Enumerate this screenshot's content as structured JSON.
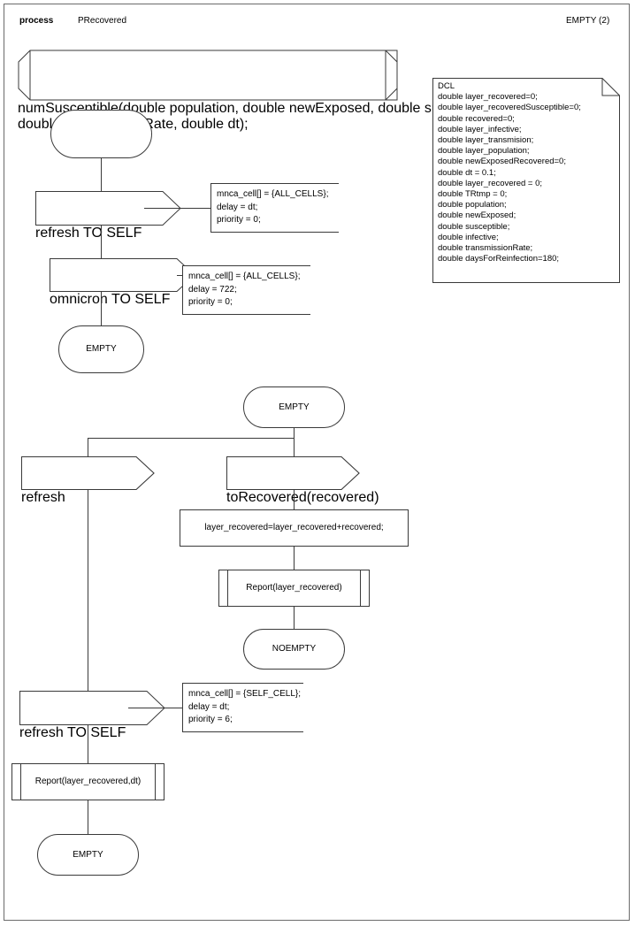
{
  "header": {
    "keyword": "process",
    "name": "PRecovered",
    "top_right": "EMPTY (2)"
  },
  "procedure_header": {
    "text": "numSusceptible(double population, double newExposed, double susceptible,\ndouble infective, double transmissionRate, double dt);"
  },
  "declaration": {
    "title": "DCL",
    "lines": [
      "double layer_recovered=0;",
      "double layer_recoveredSusceptible=0;",
      "double recovered=0;",
      "double layer_infective;",
      "double layer_transmision;",
      "double layer_population;",
      "double newExposedRecovered=0;",
      "double dt = 0.1;",
      "double layer_recovered = 0;",
      "double TRtmp = 0;",
      "double population;",
      "double newExposed;",
      "double susceptible;",
      "double infective;",
      "double transmissionRate;",
      "double daysForReinfection=180;"
    ],
    "text": "DCL\ndouble layer_recovered=0;\ndouble layer_recoveredSusceptible=0;\ndouble recovered=0;\ndouble layer_infective;\ndouble layer_transmision;\ndouble layer_population;\ndouble newExposedRecovered=0;\ndouble dt = 0.1;\ndouble layer_recovered = 0;\ndouble TRtmp = 0;\ndouble population;\ndouble newExposed;\ndouble susceptible;\ndouble infective;\ndouble transmissionRate;\ndouble daysForReinfection=180;"
  },
  "branch_a": {
    "start_state": "",
    "output_1": "refresh TO SELF",
    "comment_1": "mnca_cell[] = {ALL_CELLS};\ndelay = dt;\npriority = 0;",
    "output_2": "omnicron TO SELF",
    "comment_2": "mnca_cell[] = {ALL_CELLS};\ndelay = 722;\npriority = 0;",
    "end_state": "EMPTY"
  },
  "branch_b": {
    "state": "EMPTY",
    "input_left": "refresh",
    "input_right": "toRecovered(recovered)",
    "task": "layer_recovered=layer_recovered+recovered;",
    "procedure": "Report(layer_recovered)",
    "next_state": "NOEMPTY"
  },
  "branch_c": {
    "output": "refresh TO SELF",
    "comment": "mnca_cell[] = {SELF_CELL};\ndelay = dt;\npriority = 6;",
    "procedure": "Report(layer_recovered,dt)",
    "end_state": "EMPTY"
  },
  "colors": {
    "frame": "#6b6b6b",
    "stroke": "#3a3a3a",
    "text": "#000000",
    "background": "#ffffff"
  }
}
